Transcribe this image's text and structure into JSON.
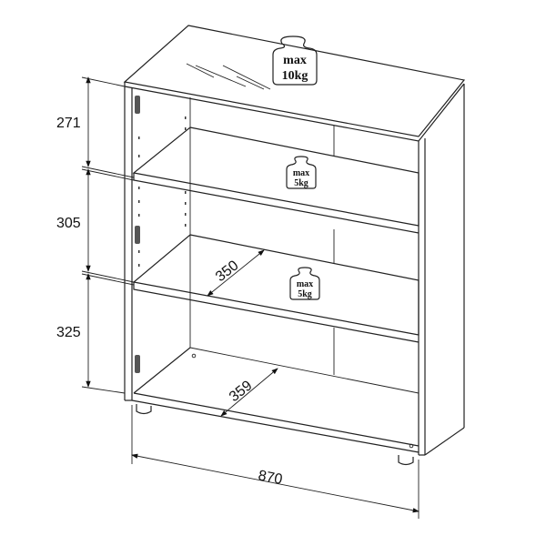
{
  "dimensions": {
    "height_top": "271",
    "height_middle": "305",
    "height_bottom": "325",
    "width": "870",
    "shelf_depth": "350",
    "bottom_depth": "359"
  },
  "load_labels": {
    "top": {
      "line1": "max",
      "line2": "10kg"
    },
    "shelf_upper": {
      "line1": "max",
      "line2": "5kg"
    },
    "shelf_lower": {
      "line1": "max",
      "line2": "5kg"
    }
  }
}
